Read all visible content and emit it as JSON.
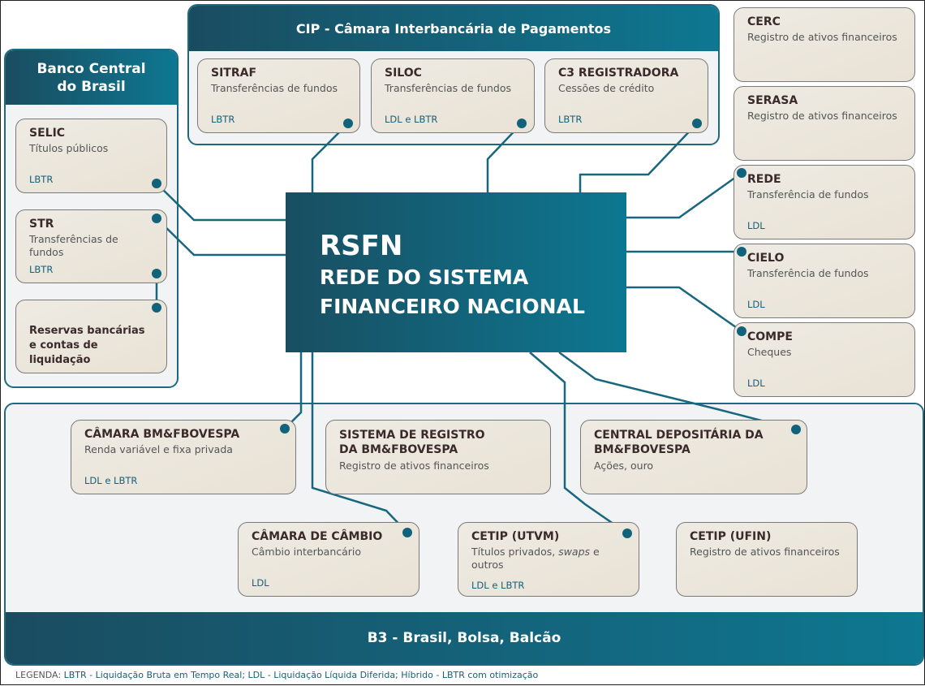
{
  "bcb": {
    "title": "Banco Central do Brasil"
  },
  "cip": {
    "title": "CIP - Câmara Interbancária de Pagamentos"
  },
  "b3": {
    "title": "B3 - Brasil, Bolsa, Balcão"
  },
  "rsfn": {
    "line1": "RSFN",
    "line2": "REDE DO SISTEMA",
    "line3": "FINANCEIRO NACIONAL"
  },
  "boxes": {
    "selic": {
      "title": "SELIC",
      "sub": "Títulos públicos",
      "code": "LBTR"
    },
    "str": {
      "title": "STR",
      "sub": "Transferências de fundos",
      "code": "LBTR"
    },
    "reservas": {
      "title": "Reservas bancárias e contas de liquidação"
    },
    "sitraf": {
      "title": "SITRAF",
      "sub": "Transferências de fundos",
      "code": "LBTR"
    },
    "siloc": {
      "title": "SILOC",
      "sub": "Transferências de fundos",
      "code": "LDL e LBTR"
    },
    "c3": {
      "title": "C3 REGISTRADORA",
      "sub": "Cessões de crédito",
      "code": "LBTR"
    },
    "cerc": {
      "title": "CERC",
      "sub": "Registro de ativos financeiros"
    },
    "serasa": {
      "title": "SERASA",
      "sub": "Registro de ativos financeiros"
    },
    "rede": {
      "title": "REDE",
      "sub": "Transferência de fundos",
      "code": "LDL"
    },
    "cielo": {
      "title": "CIELO",
      "sub": "Transferência de fundos",
      "code": "LDL"
    },
    "compe": {
      "title": "COMPE",
      "sub": "Cheques",
      "code": "LDL"
    },
    "camarabmf": {
      "title": "CÂMARA BM&FBOVESPA",
      "sub": "Renda variável e fixa privada",
      "code": "LDL e LBTR"
    },
    "sistreg": {
      "title": "SISTEMA DE REGISTRO DA BM&FBOVESPA",
      "sub": "Registro de ativos financeiros"
    },
    "centraldep": {
      "title": "CENTRAL DEPOSITÁRIA DA BM&FBOVESPA",
      "sub": "Ações, ouro"
    },
    "cambio": {
      "title": "CÂMARA DE CÂMBIO",
      "sub": "Câmbio interbancário",
      "code": "LDL"
    },
    "utvm": {
      "title": "CETIP (UTVM)",
      "sub_a": "Títulos privados, ",
      "sub_b": "swaps",
      "sub_c": " e outros",
      "code": "LDL e LBTR"
    },
    "ufin": {
      "title": "CETIP (UFIN)",
      "sub": "Registro de ativos financeiros"
    }
  },
  "legend": {
    "label": "LEGENDA: ",
    "text": "LBTR - Liquidação Bruta em Tempo Real; LDL - Liquidação Líquida Diferida; Híbrido - LBTR com otimização"
  },
  "colors": {
    "accent": "#0e7791",
    "dark": "#1a4c60",
    "line": "#17677f"
  }
}
